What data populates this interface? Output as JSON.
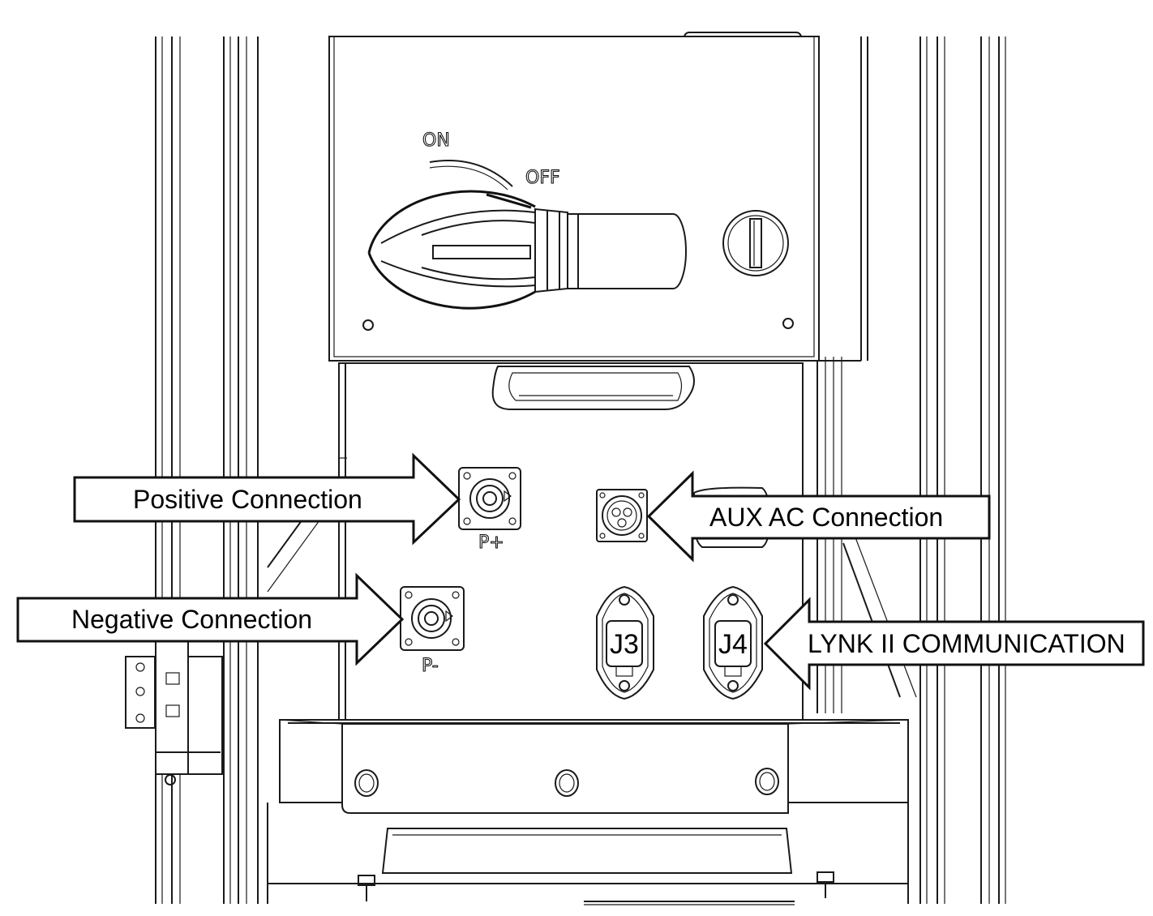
{
  "switch": {
    "on_label": "ON",
    "off_label": "OFF"
  },
  "ports": {
    "positive_marking": "P+",
    "negative_marking": "P-",
    "j3_label": "J3",
    "j4_label": "J4"
  },
  "callouts": {
    "positive": "Positive Connection",
    "negative": "Negative Connection",
    "aux_ac": "AUX AC Connection",
    "lynk": "LYNK II COMMUNICATION"
  }
}
